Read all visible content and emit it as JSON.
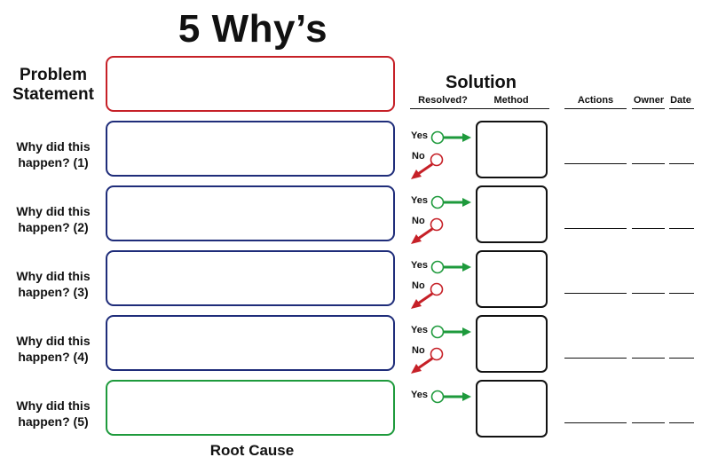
{
  "title": "5 Why’s",
  "problem_label": [
    "Problem",
    "Statement"
  ],
  "why_label_line1": "Why did this",
  "why_rows": [
    {
      "label2": "happen? (1)"
    },
    {
      "label2": "happen? (2)"
    },
    {
      "label2": "happen? (3)"
    },
    {
      "label2": "happen? (4)"
    },
    {
      "label2": "happen? (5)"
    }
  ],
  "root_cause": "Root Cause",
  "solution": {
    "title": "Solution",
    "resolved": "Resolved?",
    "method": "Method",
    "yes": "Yes",
    "no": "No"
  },
  "columns": {
    "actions": "Actions",
    "owner": "Owner",
    "date": "Date"
  },
  "colors": {
    "problem_border": "#c62027",
    "why_border": "#1f2d7a",
    "root_border": "#1e9a3c",
    "yes_arrow": "#1e9a3c",
    "no_arrow": "#c62027"
  }
}
